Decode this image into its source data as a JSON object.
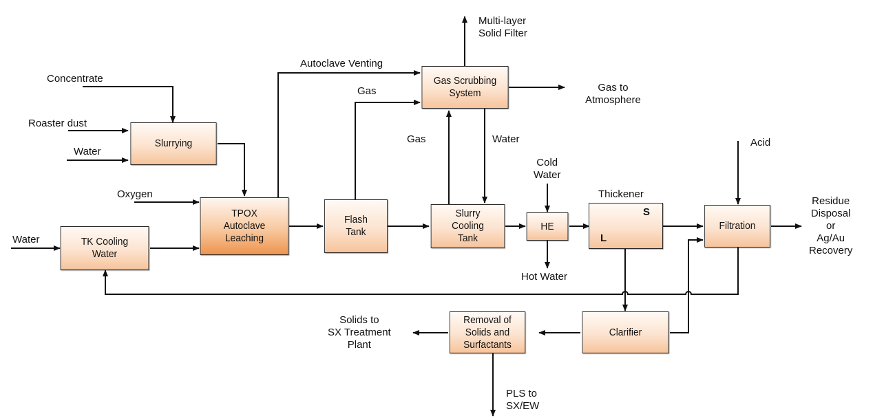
{
  "diagram": {
    "type": "process-flow",
    "units": {
      "slurrying": "Slurrying",
      "tpox": "TPOX\nAutoclave\nLeaching",
      "tk_cooling": "TK Cooling\nWater",
      "flash_tank": "Flash\nTank",
      "gas_scrubbing": "Gas Scrubbing\nSystem",
      "slurry_cooling": "Slurry\nCooling\nTank",
      "he": "HE",
      "thickener_s": "S",
      "thickener_l": "L",
      "filtration": "Filtration",
      "clarifier": "Clarifier",
      "removal": "Removal of\nSolids and\nSurfactants"
    },
    "labels": {
      "concentrate": "Concentrate",
      "roaster_dust": "Roaster dust",
      "water_slurry": "Water",
      "oxygen": "Oxygen",
      "water_tk": "Water",
      "autoclave_venting": "Autoclave Venting",
      "gas_flash": "Gas",
      "gas_slurry": "Gas",
      "water_scrub": "Water",
      "multilayer": "Multi-layer\nSolid Filter",
      "gas_atm": "Gas to\nAtmosphere",
      "cold_water": "Cold\nWater",
      "hot_water": "Hot Water",
      "thickener": "Thickener",
      "acid": "Acid",
      "residue": "Residue\nDisposal\nor\nAg/Au\nRecovery",
      "solids_sx": "Solids to\nSX Treatment\nPlant",
      "pls": "PLS to\nSX/EW"
    }
  }
}
